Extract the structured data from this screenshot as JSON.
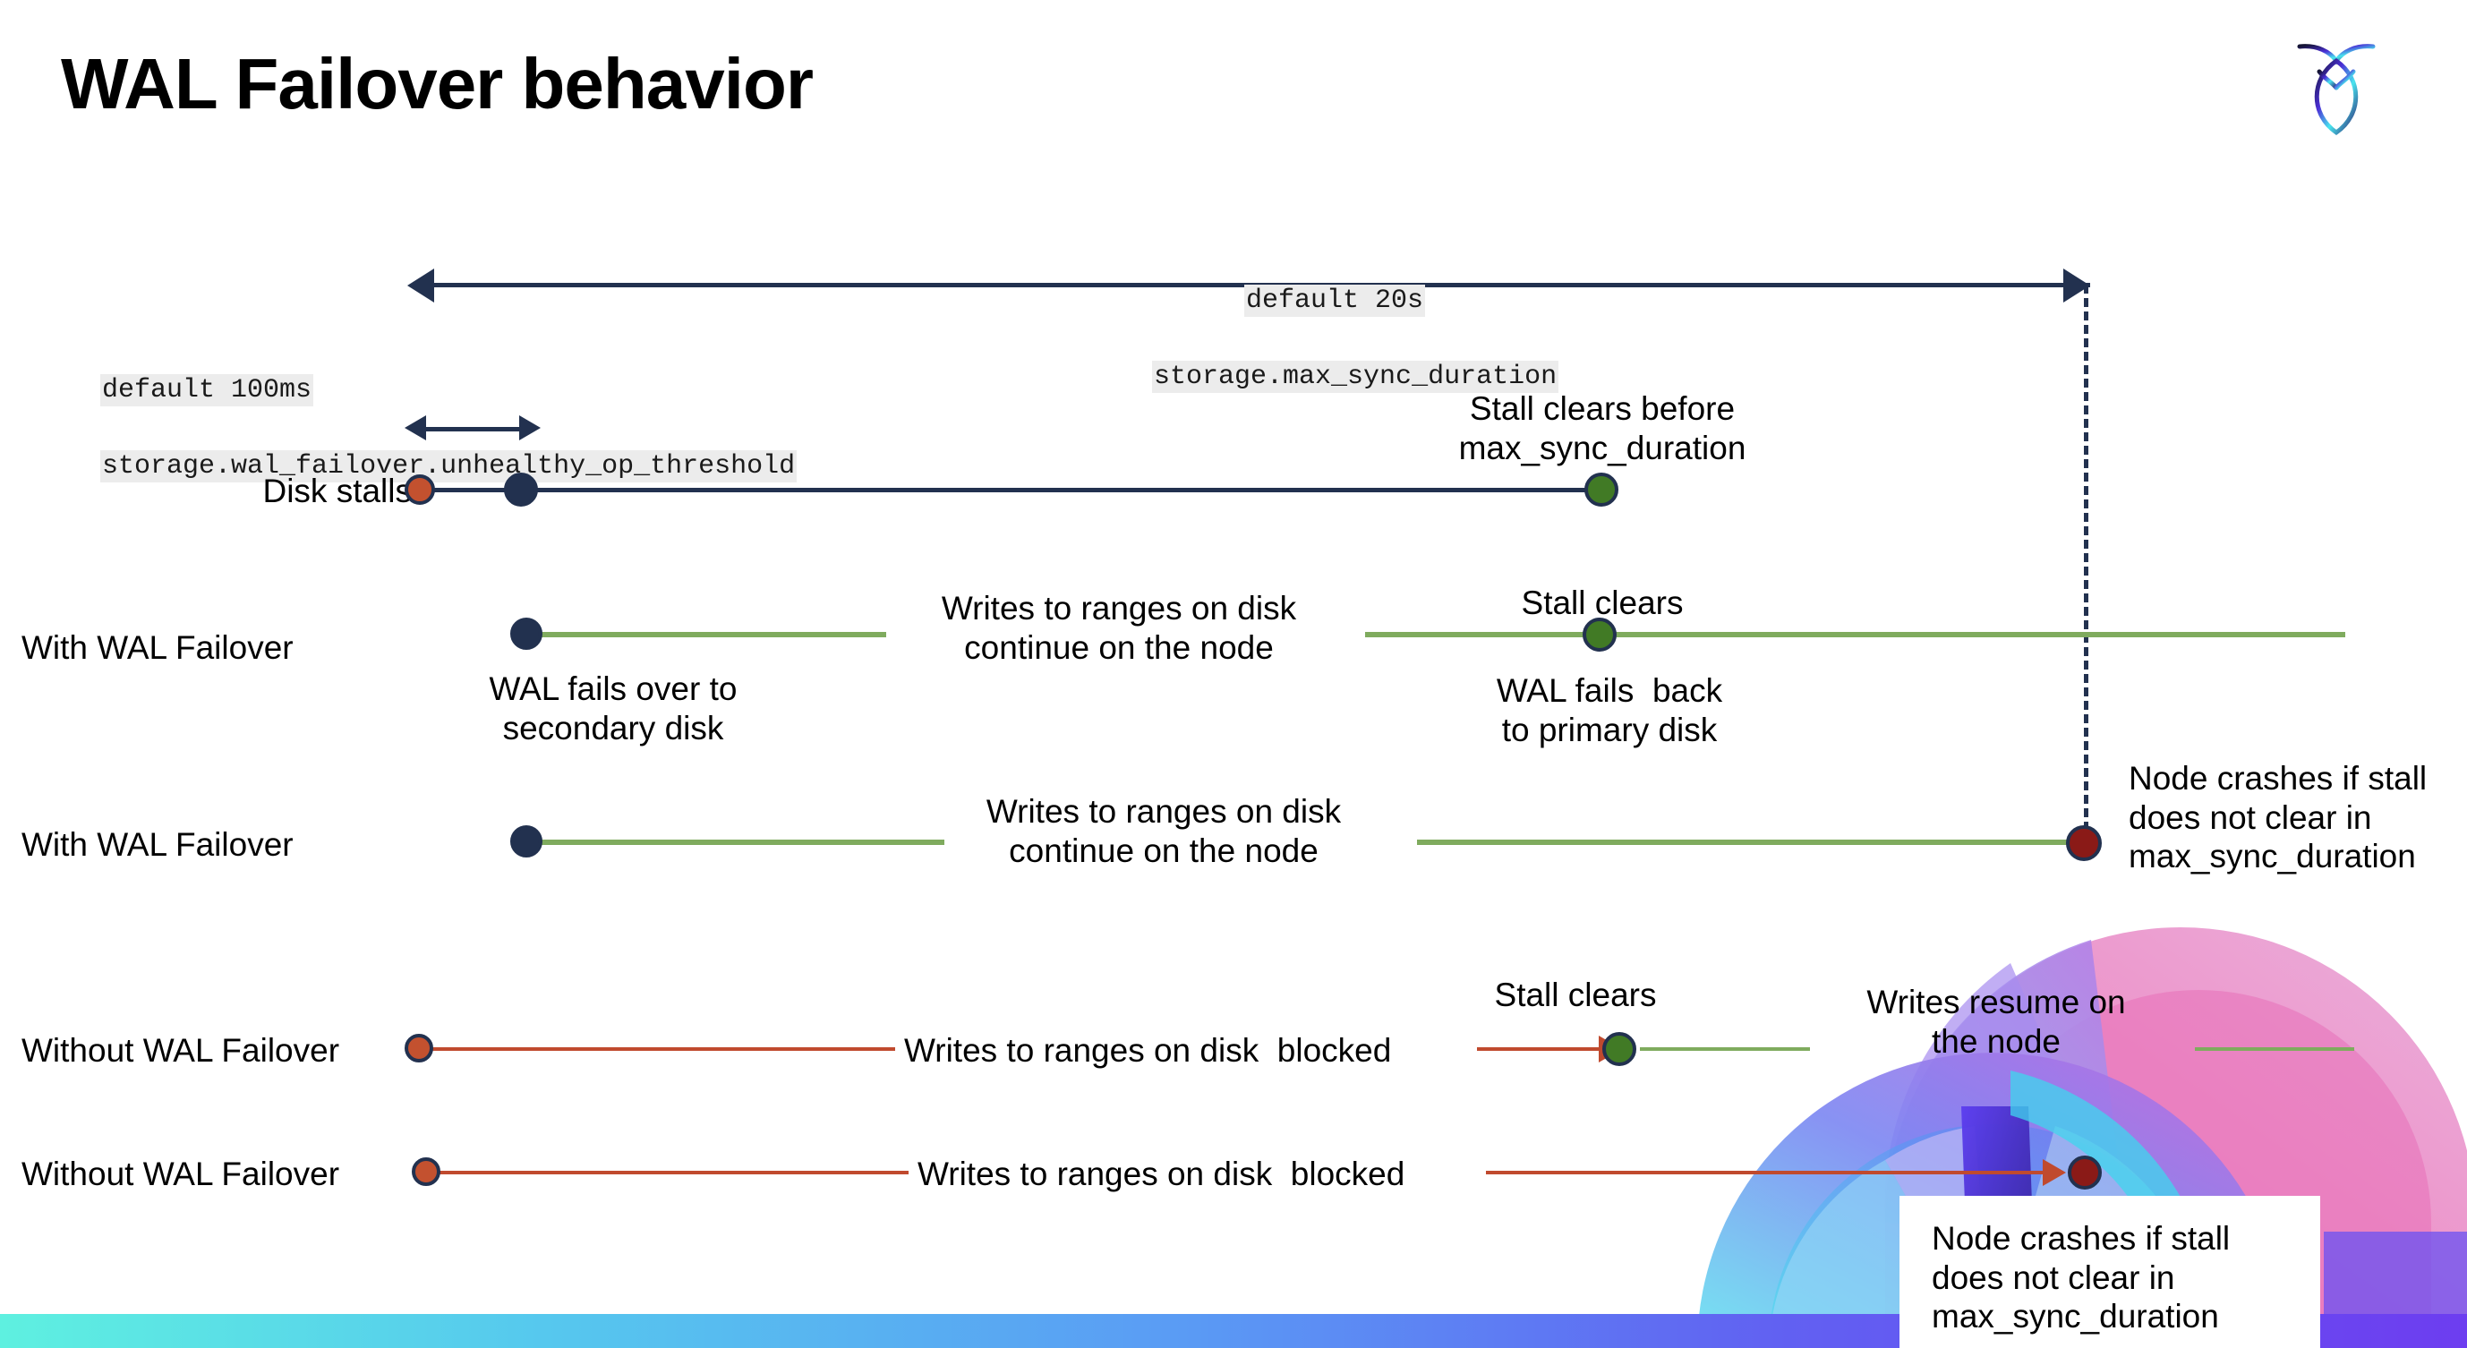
{
  "slide": {
    "title": "WAL Failover behavior",
    "logo_icon": "cockroach-labs-logo-icon"
  },
  "settings": {
    "max_sync": {
      "default_label": "default 20s",
      "name": "storage.max_sync_duration"
    },
    "unhealthy_op": {
      "default_label": "default 100ms",
      "name": "storage.wal_failover.unhealthy_op_threshold"
    }
  },
  "rows": [
    {
      "label": "Disk stalls",
      "annotations": [
        {
          "id": "stall-clears-before",
          "text": "Stall clears before\nmax_sync_duration"
        }
      ]
    },
    {
      "label": "With WAL Failover",
      "annotations": [
        {
          "id": "writes-continue-1",
          "text": "Writes to ranges on disk\ncontinue on the node"
        },
        {
          "id": "stall-clears-1",
          "text": "Stall clears"
        },
        {
          "id": "wal-fails-over",
          "text": "WAL fails over to\nsecondary disk"
        },
        {
          "id": "wal-fails-back",
          "text": "WAL fails  back\nto primary disk"
        }
      ]
    },
    {
      "label": "With WAL Failover",
      "annotations": [
        {
          "id": "writes-continue-2",
          "text": "Writes to ranges on disk\ncontinue on the node"
        },
        {
          "id": "node-crashes-1",
          "text": "Node crashes if stall\ndoes not clear in\nmax_sync_duration"
        }
      ]
    },
    {
      "label": "Without WAL Failover",
      "annotations": [
        {
          "id": "writes-blocked-1",
          "text": "Writes to ranges on disk  blocked"
        },
        {
          "id": "stall-clears-2",
          "text": "Stall clears"
        },
        {
          "id": "writes-resume",
          "text": "Writes resume on\nthe node"
        }
      ]
    },
    {
      "label": "Without WAL Failover",
      "annotations": [
        {
          "id": "writes-blocked-2",
          "text": "Writes to ranges on disk  blocked"
        },
        {
          "id": "node-crashes-2",
          "text": "Node crashes if stall\ndoes not clear in\nmax_sync_duration"
        }
      ]
    }
  ],
  "colors": {
    "navy": "#22314f",
    "green_line": "#7fab5e",
    "green_dot": "#417a25",
    "red_line": "#c04a2e",
    "orange_dot": "#c3512f",
    "dark_red_dot": "#8a1a17",
    "code_bg": "#ececec"
  }
}
